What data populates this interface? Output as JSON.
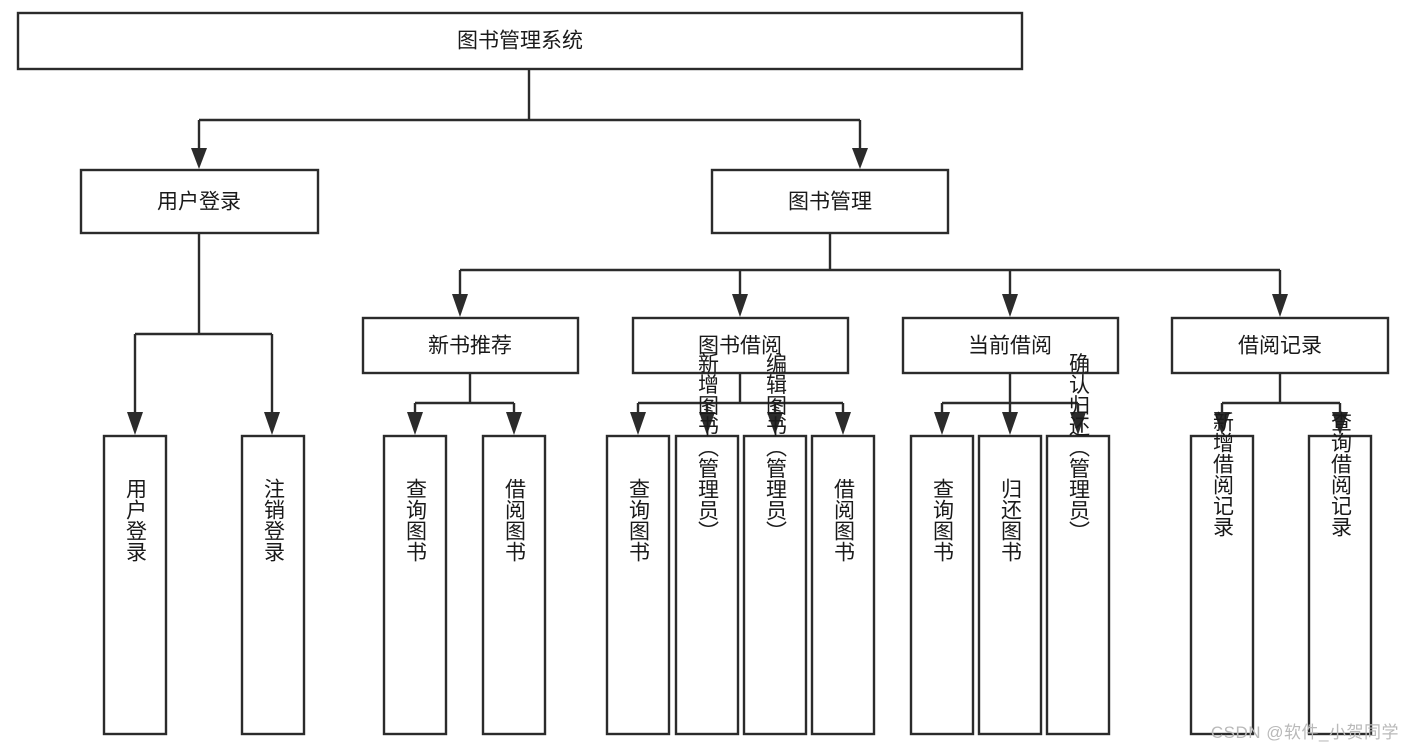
{
  "diagram": {
    "type": "tree",
    "title": "图书管理系统",
    "watermark": "CSDN @软件_小贺同学",
    "colors": {
      "box_stroke": "#2b2b2b",
      "box_fill": "#ffffff",
      "text": "#1a1a1a",
      "background": "#ffffff",
      "watermark": "#b9b9b9"
    },
    "nodes": {
      "root": {
        "label": "图书管理系统",
        "level": 0
      },
      "n_user_login": {
        "label": "用户登录",
        "level": 1
      },
      "n_book_manage": {
        "label": "图书管理",
        "level": 1
      },
      "n_new_book_rec": {
        "label": "新书推荐",
        "level": 2
      },
      "n_book_borrow": {
        "label": "图书借阅",
        "level": 2
      },
      "n_current_borrow": {
        "label": "当前借阅",
        "level": 2
      },
      "n_borrow_record": {
        "label": "借阅记录",
        "level": 2
      },
      "leaf_user_login": {
        "label": "用户登录",
        "level": 2
      },
      "leaf_logout": {
        "label": "注销登录",
        "level": 2
      },
      "leaf_query_book_1": {
        "label": "查询图书",
        "level": 3
      },
      "leaf_borrow_book_1": {
        "label": "借阅图书",
        "level": 3
      },
      "leaf_query_book_2": {
        "label": "查询图书",
        "level": 3
      },
      "leaf_add_book": {
        "label": "新增图书（管理员）",
        "level": 3
      },
      "leaf_edit_book": {
        "label": "编辑图书（管理员）",
        "level": 3
      },
      "leaf_borrow_book_2": {
        "label": "借阅图书",
        "level": 3
      },
      "leaf_query_book_3": {
        "label": "查询图书",
        "level": 3
      },
      "leaf_return_book": {
        "label": "归还图书",
        "level": 3
      },
      "leaf_confirm_return": {
        "label": "确认归还（管理员）",
        "level": 3
      },
      "leaf_add_record": {
        "label": "新增借阅记录",
        "level": 3
      },
      "leaf_query_record": {
        "label": "查询借阅记录",
        "level": 3
      }
    },
    "groups": [
      {
        "name": "user-login-branch",
        "parent": "用户登录",
        "children": [
          "用户登录",
          "注销登录"
        ]
      },
      {
        "name": "book-manage-branch",
        "parent": "图书管理",
        "children": [
          "新书推荐",
          "图书借阅",
          "当前借阅",
          "借阅记录"
        ]
      },
      {
        "name": "new-book-rec-branch",
        "parent": "新书推荐",
        "children": [
          "查询图书",
          "借阅图书"
        ]
      },
      {
        "name": "book-borrow-branch",
        "parent": "图书借阅",
        "children": [
          "查询图书",
          "新增图书（管理员）",
          "编辑图书（管理员）",
          "借阅图书"
        ]
      },
      {
        "name": "current-borrow-branch",
        "parent": "当前借阅",
        "children": [
          "查询图书",
          "归还图书",
          "确认归还（管理员）"
        ]
      },
      {
        "name": "borrow-record-branch",
        "parent": "借阅记录",
        "children": [
          "新增借阅记录",
          "查询借阅记录"
        ]
      }
    ]
  }
}
